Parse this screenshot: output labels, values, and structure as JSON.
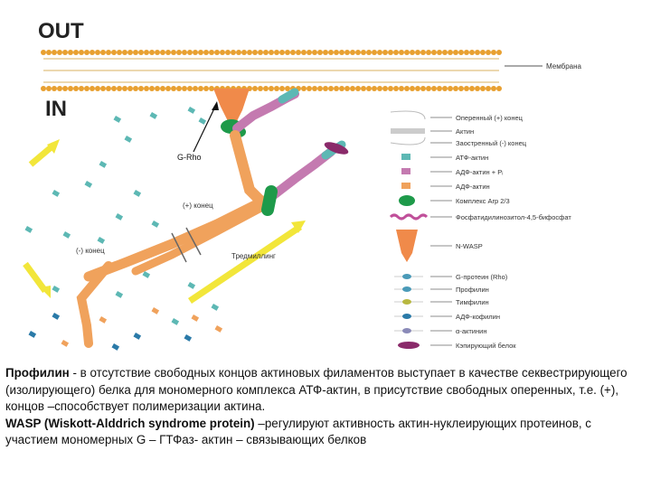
{
  "labels": {
    "out": "OUT",
    "in": "IN",
    "membrane": "Мембрана",
    "g_rho": "G-Rho",
    "plus_end": "(+) конец",
    "minus_end": "(-) конец",
    "treadmilling": "Тредмиллинг"
  },
  "legend": [
    {
      "label": "Оперенный (+) конец",
      "icon": "plus-end-icon"
    },
    {
      "label": "Актин",
      "icon": "actin-filament-icon"
    },
    {
      "label": "Заостренный (-) конец",
      "icon": "minus-end-icon"
    },
    {
      "label": "АТФ-актин",
      "icon": "atp-actin-icon",
      "color": "#5db8b4"
    },
    {
      "label": "АДФ-актин + Pᵢ",
      "icon": "adp-pi-actin-icon",
      "color": "#c47ab0"
    },
    {
      "label": "АДФ-актин",
      "icon": "adp-actin-icon",
      "color": "#f0a25c"
    },
    {
      "label": "Комплекс Arp 2/3",
      "icon": "arp23-complex-icon",
      "color": "#1e9a4a"
    },
    {
      "label": "Фосфатидилинозитол-4,5-бифосфат",
      "icon": "pip2-icon",
      "color": "#c0509a"
    },
    {
      "label": "N-WASP",
      "icon": "n-wasp-icon",
      "color": "#f08a4a"
    },
    {
      "label": "G-протеин (Rho)",
      "icon": "g-protein-icon",
      "color": "#4a9ab8"
    },
    {
      "label": "Профилин",
      "icon": "profilin-icon",
      "color": "#4a9ab8"
    },
    {
      "label": "Тимфилин",
      "icon": "thymosin-icon",
      "color": "#b8b840"
    },
    {
      "label": "АДФ-кофилин",
      "icon": "adf-cofilin-icon",
      "color": "#2a7aa8"
    },
    {
      "label": "α-актинин",
      "icon": "alpha-actinin-icon",
      "color": "#8a8ab8"
    },
    {
      "label": "Кэпирующий белок",
      "icon": "capping-protein-icon",
      "color": "#8a2a6a"
    }
  ],
  "caption": {
    "p1_bold": "Профилин",
    "p1_text": " - в отсутствие свободных концов актиновых филаментов выступает в качестве секвестрирующего (изолирующего) белка для мономерного комплекса АТФ-актин, в присутствие свободных оперенных, т.е. (+), концов –способствует полимеризации актина.",
    "p2_bold": " WASP (Wiskott-Alddrich syndrome protein)",
    "p2_text": " –регулируют активность актин-нуклеирующих протеинов, с участием мономерных G – ГТФаз- актин – связывающих белков"
  },
  "colors": {
    "membrane_head": "#e8a030",
    "membrane_tail": "#d8b060",
    "atp_actin": "#5db8b4",
    "adp_pi_actin": "#c47ab0",
    "adp_actin": "#f0a25c",
    "arp23": "#1e9a4a",
    "arrow_yellow": "#f2e63a",
    "profilin": "#4a9ab8"
  }
}
